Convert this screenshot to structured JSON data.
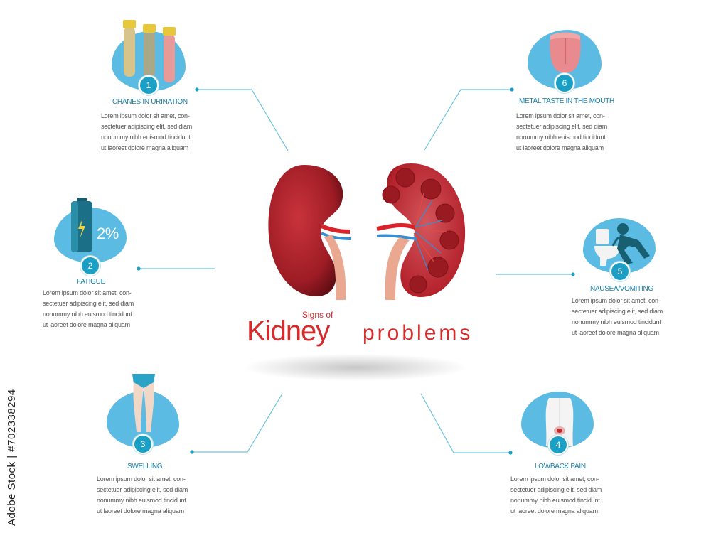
{
  "heading": {
    "small": "Signs of",
    "big": "Kidney",
    "rest": "problems"
  },
  "lorem": "Lorem ipsum dolor sit amet, con-\nsectetuer adipiscing elit, sed diam\nnonummy nibh euismod tincidunt\nut laoreet dolore magna aliquam",
  "items": [
    {
      "number": "1",
      "title": "CHANES IN URINATION",
      "icon": "test-tubes-icon"
    },
    {
      "number": "2",
      "title": "FATIGUE",
      "icon": "battery-icon",
      "badge_text": "2%"
    },
    {
      "number": "3",
      "title": "SWELLING",
      "icon": "legs-icon"
    },
    {
      "number": "4",
      "title": "LOWBACK PAIN",
      "icon": "back-icon"
    },
    {
      "number": "5",
      "title": "NAUSEA/VOMITING",
      "icon": "toilet-icon"
    },
    {
      "number": "6",
      "title": "METAL TASTE IN THE MOUTH",
      "icon": "tongue-icon"
    }
  ],
  "watermark": "Adobe Stock | #702338294",
  "colors": {
    "accent": "#1c9fc4",
    "blob": "#5bbbe3",
    "kidney": "#b3202a",
    "heading": "#d62b2b",
    "line": "#6cc3df"
  }
}
